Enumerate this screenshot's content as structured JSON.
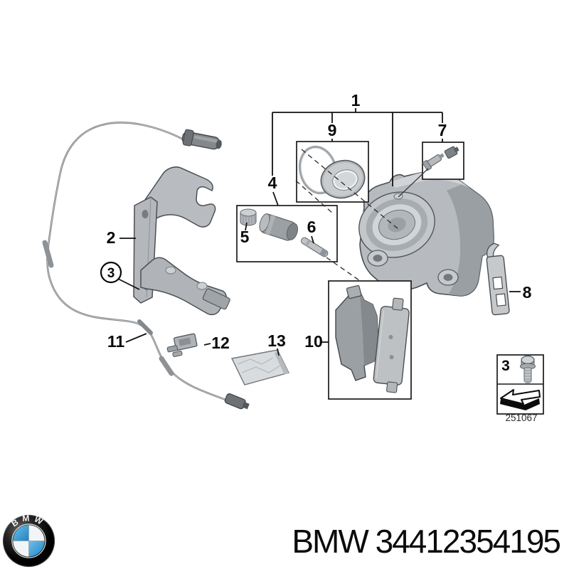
{
  "callouts": {
    "c1": "1",
    "c2": "2",
    "c3": "3",
    "c4": "4",
    "c5": "5",
    "c6": "6",
    "c7": "7",
    "c8": "8",
    "c9": "9",
    "c10": "10",
    "c11": "11",
    "c12": "12",
    "c13": "13"
  },
  "legend": {
    "number": "3",
    "code": "251067"
  },
  "logo": {
    "letters": "BMW",
    "blue": "#2d9ad2",
    "ring": "#0b0b0b"
  },
  "footer": {
    "part_text": "BMW 34412354195"
  }
}
